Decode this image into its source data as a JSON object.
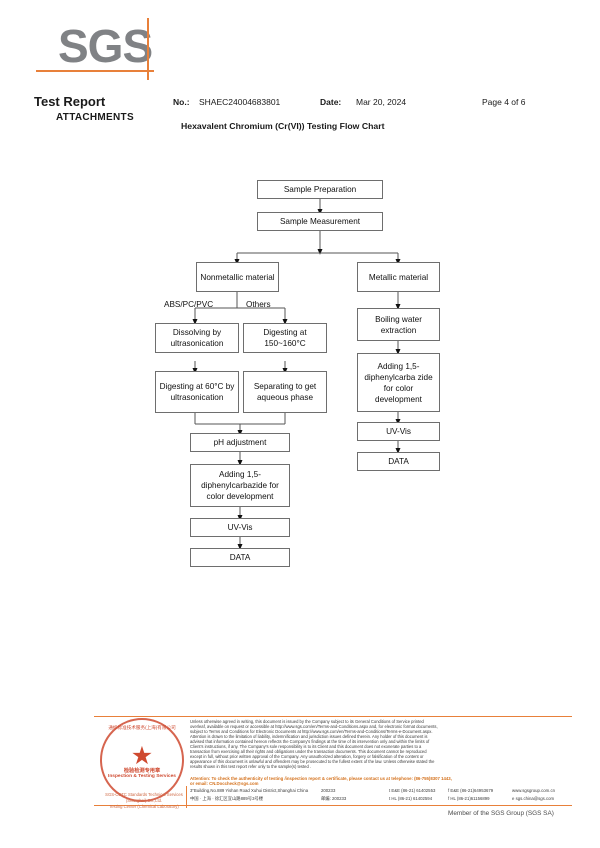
{
  "document": {
    "brand": "SGS",
    "title": "Test Report",
    "subtitle": "ATTACHMENTS",
    "no_label": "No.:",
    "no_value": "SHAEC24004683801",
    "date_label": "Date:",
    "date_value": "Mar 20, 2024",
    "page_label": "Page 4 of 6",
    "chart_caption": "Hexavalent Chromium (Cr(VI)) Testing Flow Chart"
  },
  "flowchart": {
    "title": "Hexavalent Chromium (Cr(VI)) Testing Flow Chart",
    "nodes": [
      {
        "id": "sample-preparation",
        "label": "Sample Preparation"
      },
      {
        "id": "sample-measurement",
        "label": "Sample Measurement"
      },
      {
        "id": "nonmetallic-material",
        "label": "Nonmetallic material"
      },
      {
        "id": "metallic-material",
        "label": "Metallic material"
      },
      {
        "id": "dissolving-ultrasonication",
        "label": "Dissolving by ultrasonication"
      },
      {
        "id": "digesting-150-160",
        "label": "Digesting at 150~160°C"
      },
      {
        "id": "digesting-60-ultrasonication",
        "label": "Digesting at 60°C by ultrasonication"
      },
      {
        "id": "separating-aqueous-phase",
        "label": "Separating to get aqueous phase"
      },
      {
        "id": "ph-adjustment",
        "label": "pH adjustment"
      },
      {
        "id": "adding-dpc-left",
        "label": "Adding 1,5-diphenylcarbazide for color development"
      },
      {
        "id": "uv-vis-left",
        "label": "UV-Vis"
      },
      {
        "id": "data-left",
        "label": "DATA"
      },
      {
        "id": "boiling-water-extraction",
        "label": "Boiling water extraction"
      },
      {
        "id": "adding-dpc-right",
        "label": "Adding 1,5-diphenylcarba zide for color development"
      },
      {
        "id": "uv-vis-right",
        "label": "UV-Vis"
      },
      {
        "id": "data-right",
        "label": "DATA"
      }
    ],
    "edge_labels": {
      "abs_pc_pvc": "ABS/PC/PVC",
      "others": "Others"
    }
  },
  "footer": {
    "terms_line_1": "Unless otherwise agreed in writing, this document is issued by the Company subject to its General Conditions of Service printed",
    "terms_line_2": "overleaf, available on request or accessible at http://www.sgs.com/en/Terms-and-Conditions.aspx and, for electronic format documents,",
    "terms_line_3": "subject to Terms and Conditions for Electronic Documents at http://www.sgs.com/en/Terms-and-Conditions/Terms-e-Document.aspx.",
    "terms_line_4": "Attention is drawn to the limitation of liability, indemnification and jurisdiction issues defined therein. Any holder of this document is",
    "terms_line_5": "advised that information contained hereon reflects the Company's findings at the time of its intervention only and within the limits of",
    "terms_line_6": "Client's instructions, if any. The Company's sole responsibility is to its Client and this document does not exonerate parties to a",
    "terms_line_7": "transaction from exercising all their rights and obligations under the transaction documents. This document cannot be reproduced",
    "terms_line_8": "except in full, without prior written approval of the Company. Any unauthorized alteration, forgery or falsification of the content or",
    "terms_line_9": "appearance of this document is unlawful and offenders may be prosecuted to the fullest extent of the law. Unless otherwise stated the",
    "terms_line_10": "results shown in this test report refer only to the sample(s) tested .",
    "attention_line_1": "Attention: To check the authenticity of testing /inspection report & certificate, please contact us at telephone: (86-755)8307 1443,",
    "attention_line_2": "or email: CN.Doccheck@sgs.com",
    "address_en": "3″Building,No.889 Yishan Road Xuhui District,Shanghai China",
    "address_cn": "中国 · 上海 · 徐汇区宜山路889号3号楼",
    "zip_label_en": "200233",
    "zip_label_cn": "邮编: 200233",
    "tel_en": "t E&E (86-21) 61402553",
    "tel_cn": "t HL (86-21) 61402594",
    "fax_en": "f E&E (86-21)64953679",
    "fax_cn": "f HL (86-21)61156899",
    "web_en": "www.sgsgroup.com.cn",
    "web_cn": "e sgs.china@sgs.com",
    "member": "Member of the SGS Group (SGS SA)"
  },
  "seal": {
    "arc_text": "通标标准技术服务(上海)有限公司",
    "cn_text": "检验检测专用章",
    "en_text": "Inspection & Testing Services",
    "bottom_text_1": "SGS-CSTC Standards Technical Services (Shanghai) Co.,Ltd.",
    "bottom_text_2": "Testing Center (Chemical Laboratory)",
    "star": "★"
  }
}
